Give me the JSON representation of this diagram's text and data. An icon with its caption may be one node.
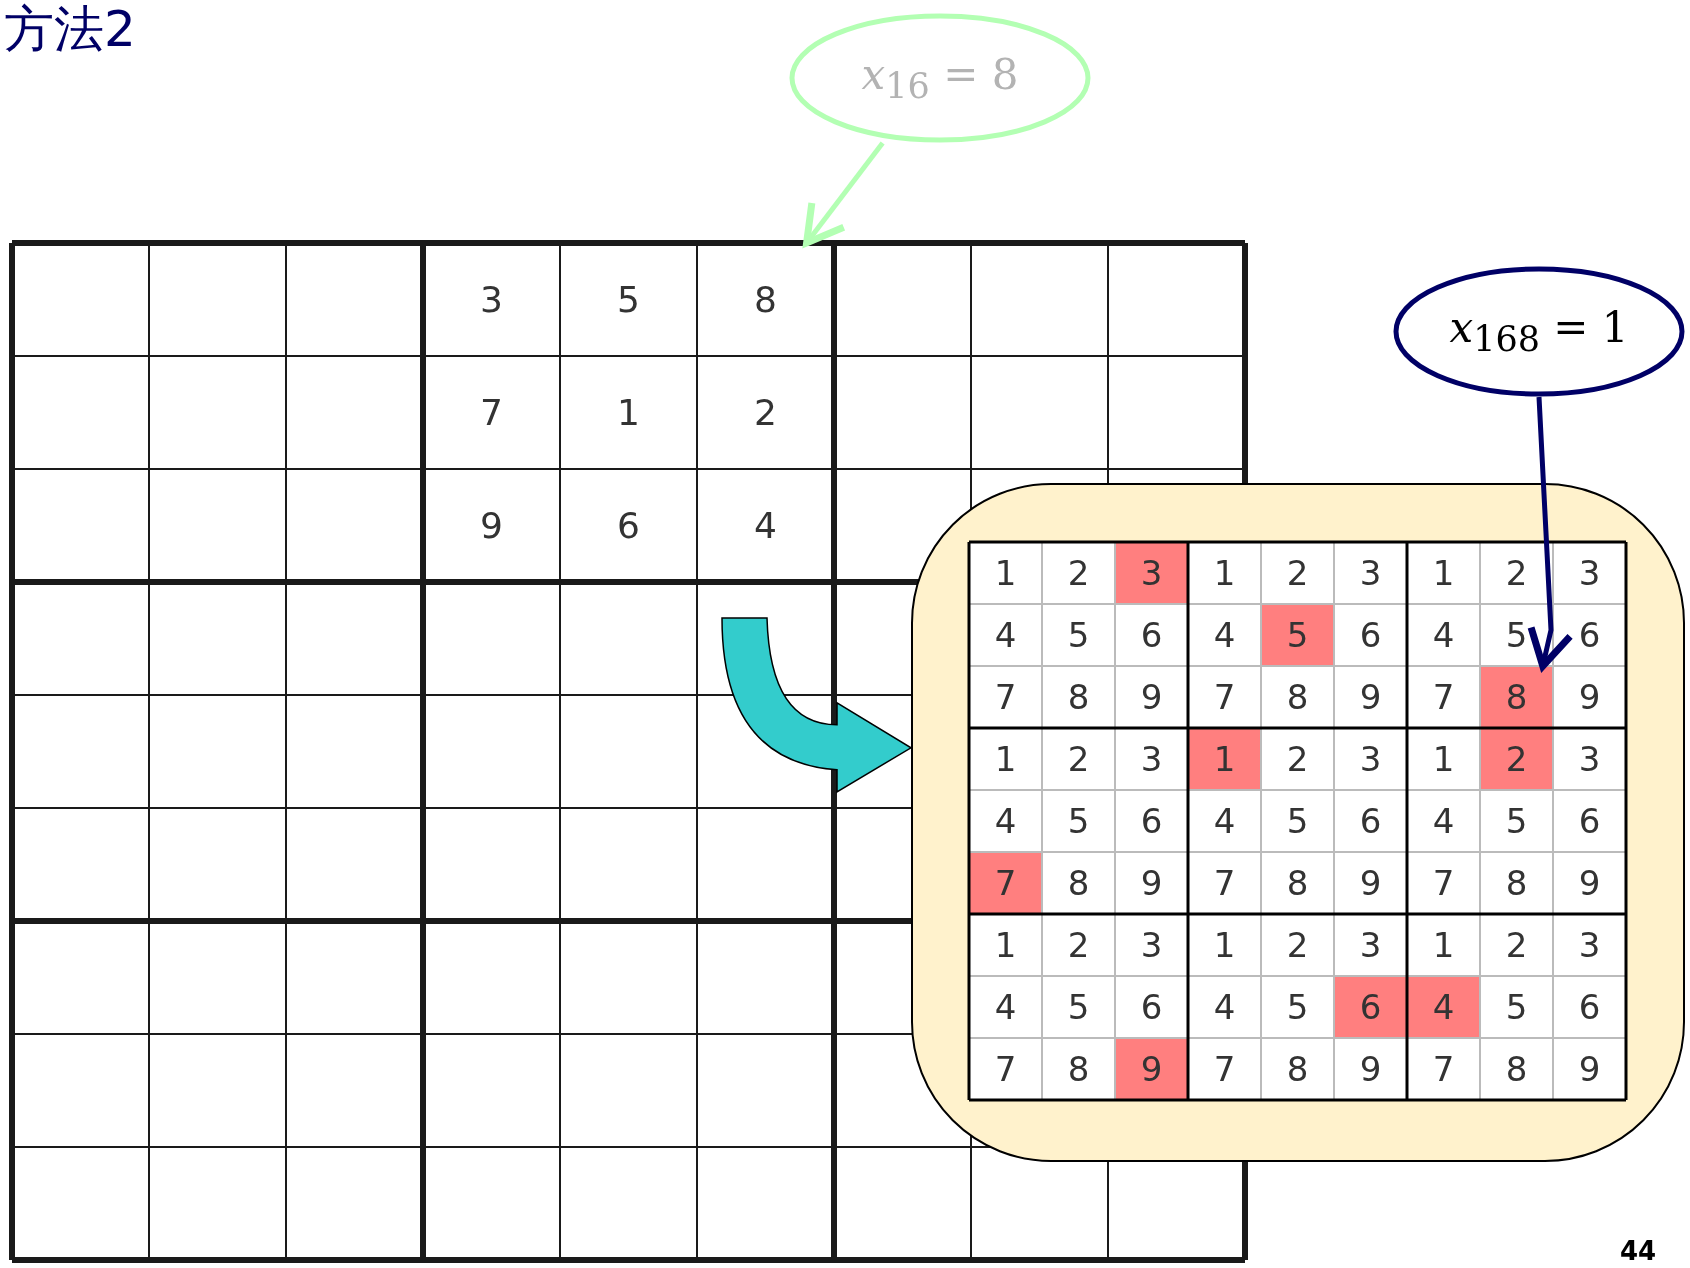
{
  "diagram": {
    "title": "方法2",
    "nodes": [
      {
        "text": [
          "*x*$_{16}$ = 8"
        ]
      },
      {
        "text": [
          "8"
        ]
      },
      {
        "text": [
          "*x*$_{168}$ = 1"
        ]
      },
      {
        "text": [],
        "shape": "box"
      },
      {
        "text": [
          "8"
        ],
        "in": 3
      }
    ],
    "edges": [
      {
        "from": 0,
        "to": 1,
        "arrow": "to",
        "color": "#b3ffb3"
      },
      {
        "from": 2,
        "to": 4,
        "arrow": "to",
        "color": "#000066"
      },
      {
        "from": null,
        "to": 3,
        "arrow": "to",
        "style": "thick",
        "color": "#33cccc"
      }
    ],
    "labels": [
      "3",
      "5",
      "7",
      "1",
      "2",
      "9",
      "6",
      "4",
      "1",
      "2",
      "3",
      "1",
      "2",
      "3",
      "1",
      "2",
      "3",
      "4",
      "5",
      "6",
      "4",
      "5",
      "6",
      "4",
      "5",
      "6",
      "7",
      "8",
      "9",
      "7",
      "8",
      "9",
      "7",
      "9",
      "1",
      "2",
      "3",
      "1",
      "2",
      "3",
      "1",
      "2",
      "3",
      "4",
      "5",
      "6",
      "4",
      "5",
      "6",
      "4",
      "5",
      "6",
      "7",
      "8",
      "9",
      "7",
      "8",
      "9",
      "7",
      "8",
      "9",
      "1",
      "2",
      "3",
      "1",
      "2",
      "3",
      "1",
      "2",
      "3",
      "4",
      "5",
      "6",
      "4",
      "5",
      "6",
      "4",
      "5",
      "6",
      "7",
      "8",
      "9",
      "7",
      "8",
      "9",
      "7",
      "8",
      "9",
      "44"
    ]
  }
}
